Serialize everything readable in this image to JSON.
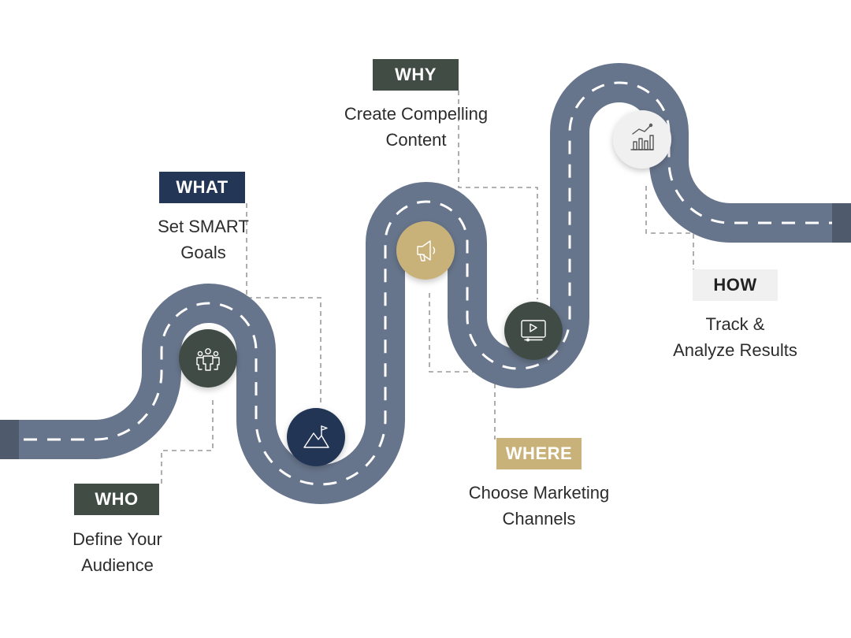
{
  "colors": {
    "road": "#67758c",
    "road_dash": "#ffffff",
    "connector": "#9a9a9a",
    "dark_green": "#414c44",
    "navy": "#243655",
    "gold": "#c9b27a",
    "light_gray": "#f0f0f0",
    "text": "#2c2c2c"
  },
  "steps": [
    {
      "tag": "WHO",
      "description_lines": [
        "Define Your",
        "Audience"
      ],
      "icon": "people-icon",
      "tag_color": "#414c44",
      "tag_text_color": "#ffffff",
      "circle_color": "#414c44"
    },
    {
      "tag": "WHAT",
      "description_lines": [
        "Set SMART",
        "Goals"
      ],
      "icon": "mountain-flag-icon",
      "tag_color": "#243655",
      "tag_text_color": "#ffffff",
      "circle_color": "#243655"
    },
    {
      "tag": "WHERE",
      "description_lines": [
        "Choose Marketing",
        "Channels"
      ],
      "icon": "megaphone-icon",
      "tag_color": "#c9b27a",
      "tag_text_color": "#ffffff",
      "circle_color": "#c9b27a"
    },
    {
      "tag": "WHY",
      "description_lines": [
        "Create Compelling",
        "Content"
      ],
      "icon": "video-play-icon",
      "tag_color": "#414c44",
      "tag_text_color": "#ffffff",
      "circle_color": "#414c44"
    },
    {
      "tag": "HOW",
      "description_lines": [
        "Track &",
        "Analyze Results"
      ],
      "icon": "bar-chart-trend-icon",
      "tag_color": "#f0f0f0",
      "tag_text_color": "#222222",
      "circle_color": "#f0f0f0"
    }
  ]
}
